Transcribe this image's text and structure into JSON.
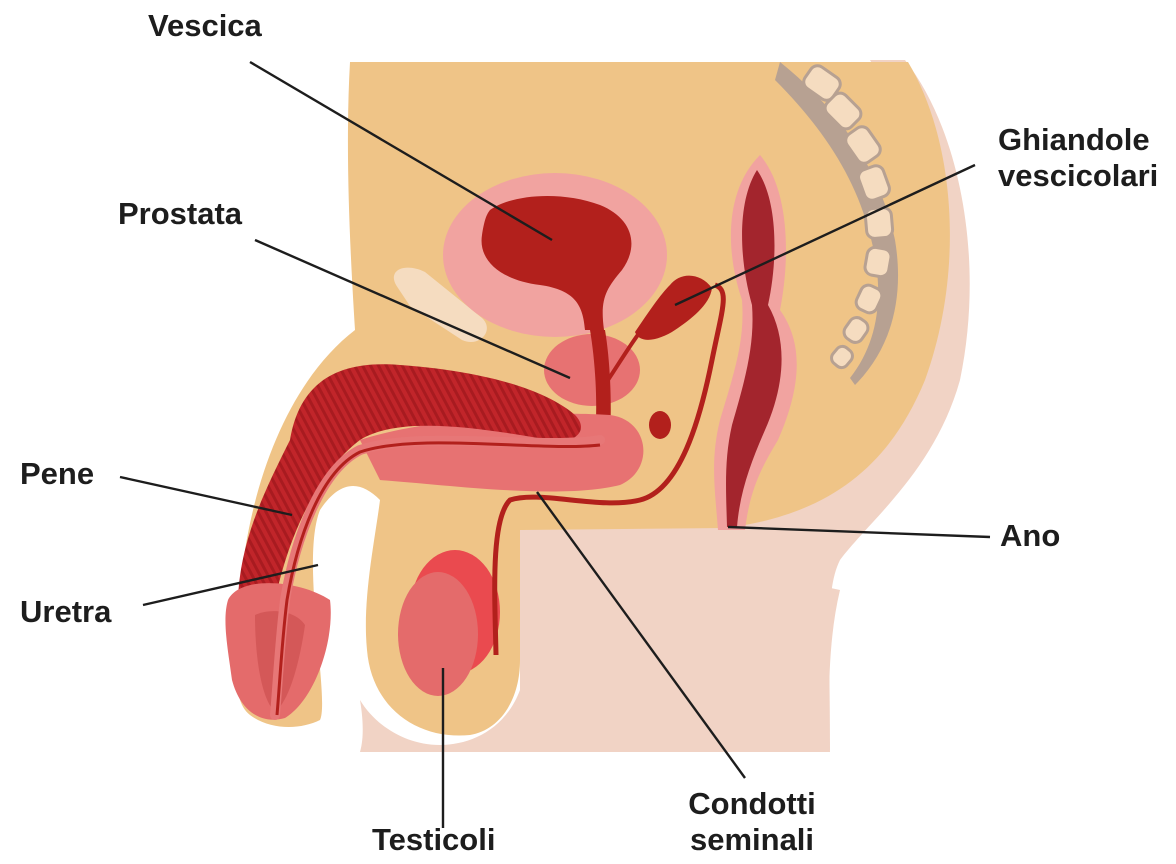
{
  "labels": {
    "vescica": "Vescica",
    "prostata": "Prostata",
    "ghiandole_line1": "Ghiandole",
    "ghiandole_line2": "vescicolari",
    "pene": "Pene",
    "uretra": "Uretra",
    "ano": "Ano",
    "testicoli": "Testicoli",
    "condotti_line1": "Condotti",
    "condotti_line2": "seminali"
  },
  "colors": {
    "skin": "#efc487",
    "skin_outline": "#e8b777",
    "skin_light": "#f1d3c5",
    "bladder_outer": "#f1a3a0",
    "bladder_inner": "#b2201c",
    "prostate": "#e77272",
    "penis_body": "#c1252a",
    "penis_stripe": "#a81b20",
    "urethra": "#e77777",
    "duct": "#b2201c",
    "testis_back": "#ea4a4f",
    "testis_front": "#e46b6b",
    "rectum": "#a3252d",
    "rectum_outline": "#f1a3a0",
    "spine_bone": "#f5dcc0",
    "spine_outline": "#b7a192",
    "pubic_bone": "#f5dcc0",
    "leader_line": "#1d1d1d"
  }
}
